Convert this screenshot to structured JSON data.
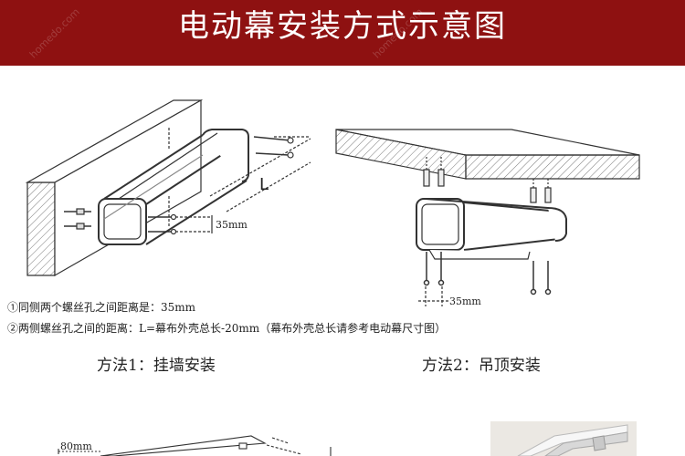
{
  "title": "电动幕安装方式示意图",
  "watermark": "homedo.com",
  "diagram1": {
    "length_label": "L",
    "spacing_label": "35mm"
  },
  "diagram2": {
    "spacing_label": "35mm"
  },
  "notes": [
    "①同侧两个螺丝孔之间距离是：35mm",
    "②两侧螺丝孔之间的距离：L=幕布外壳总长-20mm（幕布外壳总长请参考电动幕尺寸图）"
  ],
  "methods": {
    "wall": "方法1：挂墙安装",
    "ceiling": "方法2：吊顶安装"
  },
  "bottom": {
    "dim_label": "80mm"
  },
  "colors": {
    "banner": "#8e1111",
    "line": "#333333"
  }
}
